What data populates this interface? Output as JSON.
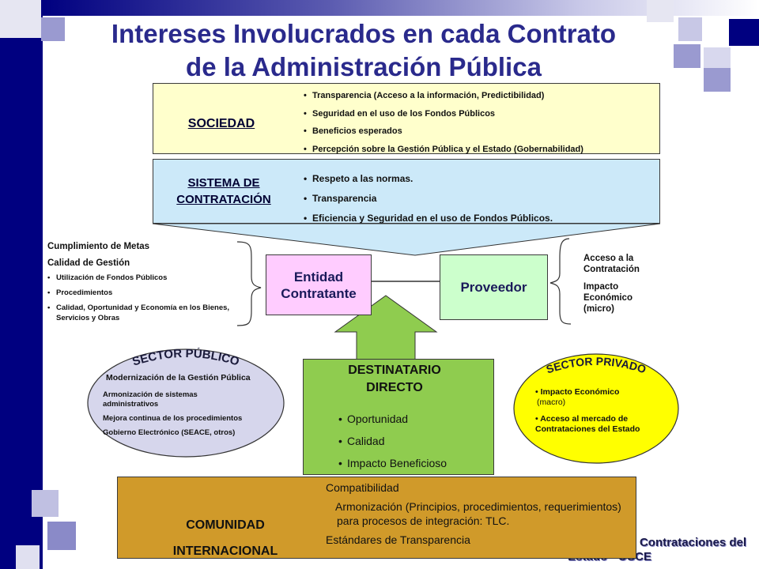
{
  "title": {
    "line1": "Intereses Involucrados en cada Contrato",
    "line2": "de la Administración Pública"
  },
  "sociedad": {
    "label": "SOCIEDAD",
    "items": [
      "Transparencia (Acceso a la información, Predictibilidad)",
      "Seguridad en el uso de los Fondos Públicos",
      "Beneficios esperados",
      "Percepción sobre la Gestión Pública y el Estado (Gobernabilidad)"
    ]
  },
  "sistema": {
    "label_line1": "SISTEMA DE",
    "label_line2": "CONTRATACIÓN",
    "items": [
      "Respeto a las normas.",
      "Transparencia",
      "Eficiencia y Seguridad en el uso de Fondos Públicos."
    ]
  },
  "entidad": {
    "line1": "Entidad",
    "line2": "Contratante"
  },
  "proveedor": {
    "label": "Proveedor"
  },
  "left_notes": {
    "line1": "Cumplimiento de Metas",
    "line2": "Calidad de Gestión",
    "items": [
      "Utilización de Fondos Públicos",
      "Procedimientos",
      "Calidad, Oportunidad y Economía en los Bienes, Servicios y Obras"
    ]
  },
  "right_notes": {
    "line1": "Acceso a la Contratación",
    "line2": "Impacto Económico (micro)"
  },
  "sector_publico": {
    "title": "SECTOR PÚBLICO",
    "items": [
      "Modernización de la Gestión Pública",
      "Armonización de sistemas administrativos",
      "Mejora continua de los procedimientos",
      "Gobierno Electrónico (SEACE, otros)"
    ]
  },
  "destinatario": {
    "line1": "DESTINATARIO",
    "line2": "DIRECTO",
    "items": [
      "Oportunidad",
      "Calidad",
      "Impacto Beneficioso"
    ]
  },
  "sector_privado": {
    "title": "SECTOR PRIVADO",
    "items": [
      "Impacto Económico",
      "(macro)",
      "Acceso al mercado de Contrataciones del Estado"
    ]
  },
  "comunidad": {
    "line1": "COMUNIDAD",
    "line2": "INTERNACIONAL",
    "items": [
      "Compatibilidad",
      "Armonización (Principios, procedimientos, requerimientos) para procesos de integración: TLC.",
      "Estándares de Transparencia"
    ]
  },
  "footer": {
    "line1": "Contrataciones del",
    "line2": "Estado - OSCE"
  },
  "colors": {
    "navy": "#000080",
    "sociedad_bg": "#ffffcc",
    "sistema_bg": "#cce9f9",
    "entidad_bg": "#ffccff",
    "proveedor_bg": "#ccffcc",
    "sector_publico_bg": "#d6d6ec",
    "destinatario_bg": "#8fcc4f",
    "sector_privado_bg": "#ffff00",
    "comunidad_bg": "#d09a2a"
  }
}
